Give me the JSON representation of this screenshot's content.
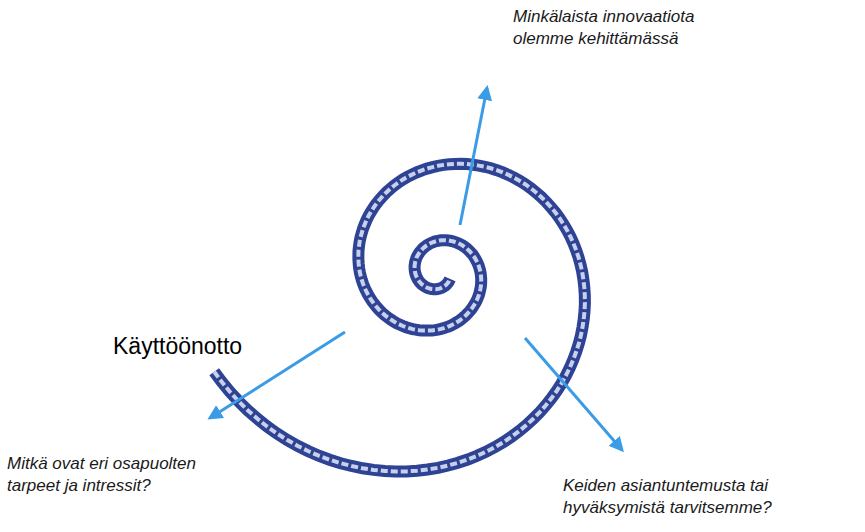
{
  "diagram": {
    "labels": [
      "Minkälaista innovaatiota olemme kehittämässä",
      "Käyttöönotto",
      "Mitkä ovat eri osapuolten tarpeet ja intressit?",
      "Keiden asiantuntemusta tai hyväksymistä tarvitsemme?"
    ]
  }
}
